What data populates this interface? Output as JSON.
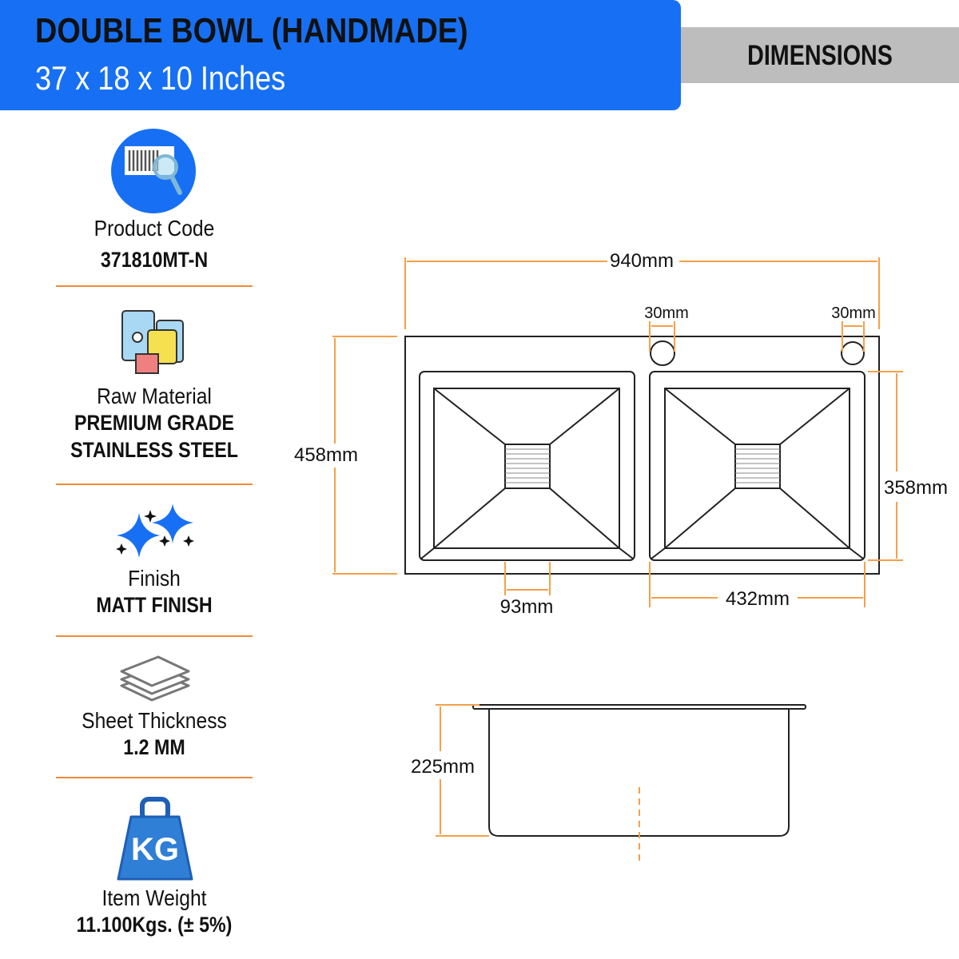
{
  "header": {
    "title": "DOUBLE BOWL (HANDMADE)",
    "subtitle": "37 x 18 x 10 Inches"
  },
  "section_label": "DIMENSIONS",
  "specs": [
    {
      "label": "Product Code",
      "value": "371810MT-N",
      "icon": "barcode-search-icon"
    },
    {
      "label": "Raw Material",
      "value": "PREMIUM GRADE",
      "value2": "STAINLESS STEEL",
      "icon": "material-barrels-icon"
    },
    {
      "label": "Finish",
      "value": "MATT FINISH",
      "icon": "sparkle-icon"
    },
    {
      "label": "Sheet Thickness",
      "value": "1.2 MM",
      "icon": "sheets-stack-icon"
    },
    {
      "label": "Item Weight",
      "value": "11.100Kgs. (± 5%)",
      "icon": "weight-kg-icon",
      "icon_text": "KG"
    }
  ],
  "dimensions": {
    "overall_length": "940mm",
    "tap_hole_1": "30mm",
    "tap_hole_2": "30mm",
    "overall_width": "458mm",
    "bowl_width": "358mm",
    "drain": "93mm",
    "bowl_length": "432mm",
    "depth": "225mm"
  },
  "colors": {
    "brand_blue": "#1770f3",
    "accent_orange": "#f5a04a",
    "gray": "#bdbdbd"
  }
}
